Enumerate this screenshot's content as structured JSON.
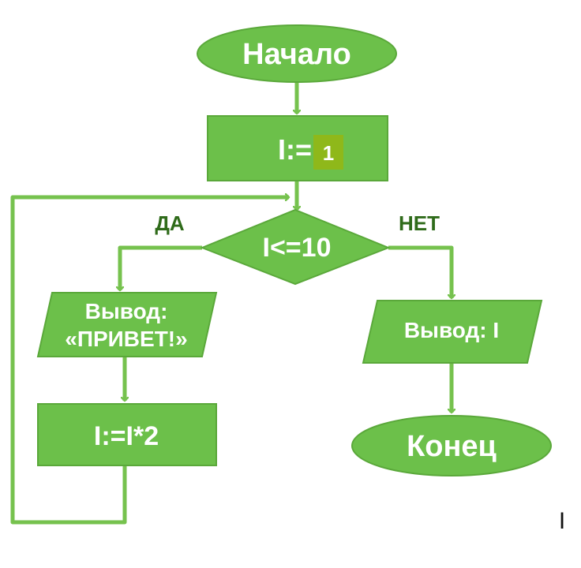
{
  "diagram": {
    "colors": {
      "shape_fill": "#6cc04a",
      "shape_stroke": "#5aa83a",
      "connector": "#76c24e",
      "highlight_box": "#8fb81a",
      "branch_label": "#2f6b1a"
    },
    "start": {
      "label": "Начало"
    },
    "init": {
      "label_prefix": "I:=",
      "value": "1"
    },
    "condition": {
      "label": "I<=10",
      "yes_label": "ДА",
      "no_label": "НЕТ"
    },
    "output_hello": {
      "line1": "Вывод:",
      "line2": "«ПРИВЕТ!»"
    },
    "update": {
      "label": "I:=I*2"
    },
    "output_i": {
      "label": "Вывод: I"
    },
    "end": {
      "label": "Конец"
    },
    "stray_mark": "I"
  }
}
